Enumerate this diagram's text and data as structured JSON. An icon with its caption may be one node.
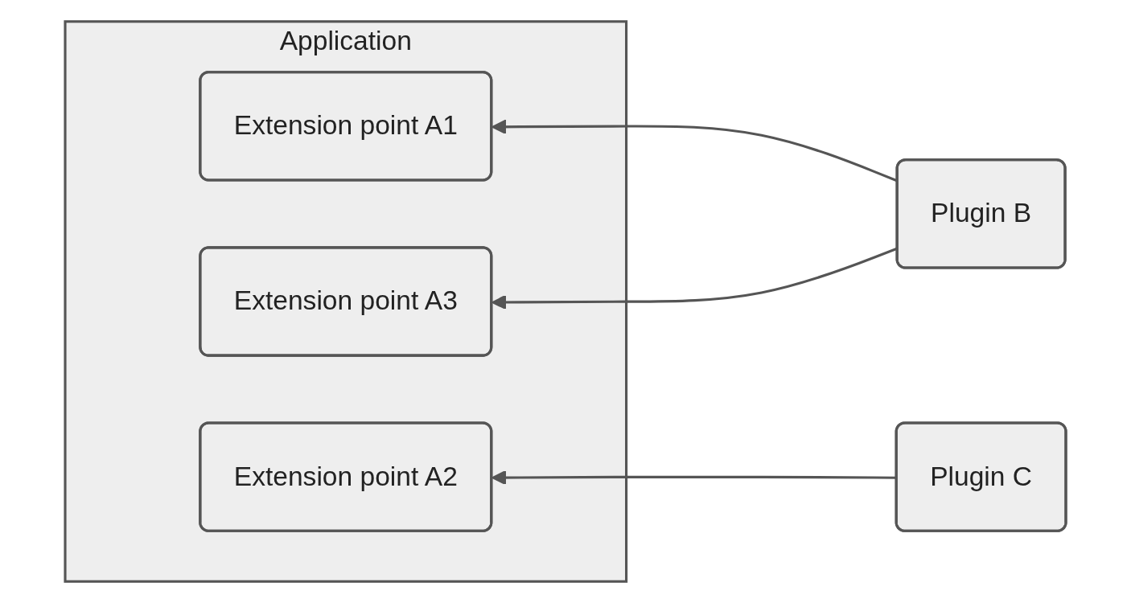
{
  "diagram": {
    "nodes": [
      {
        "text": [
          "Application"
        ]
      },
      {
        "text": [
          "Extension point A1"
        ],
        "in": 0
      },
      {
        "text": [
          "Extension point A2"
        ],
        "in": 0
      },
      {
        "text": [
          "Extension point A3"
        ],
        "in": 0
      },
      {
        "text": [
          "Plugin B"
        ]
      },
      {
        "text": [
          "Plugin C"
        ]
      }
    ],
    "edges": [
      {
        "from": 4,
        "to": 1,
        "arrow": "to"
      },
      {
        "from": 4,
        "to": 3,
        "arrow": "to"
      },
      {
        "from": 5,
        "to": 2,
        "arrow": "to"
      }
    ]
  }
}
